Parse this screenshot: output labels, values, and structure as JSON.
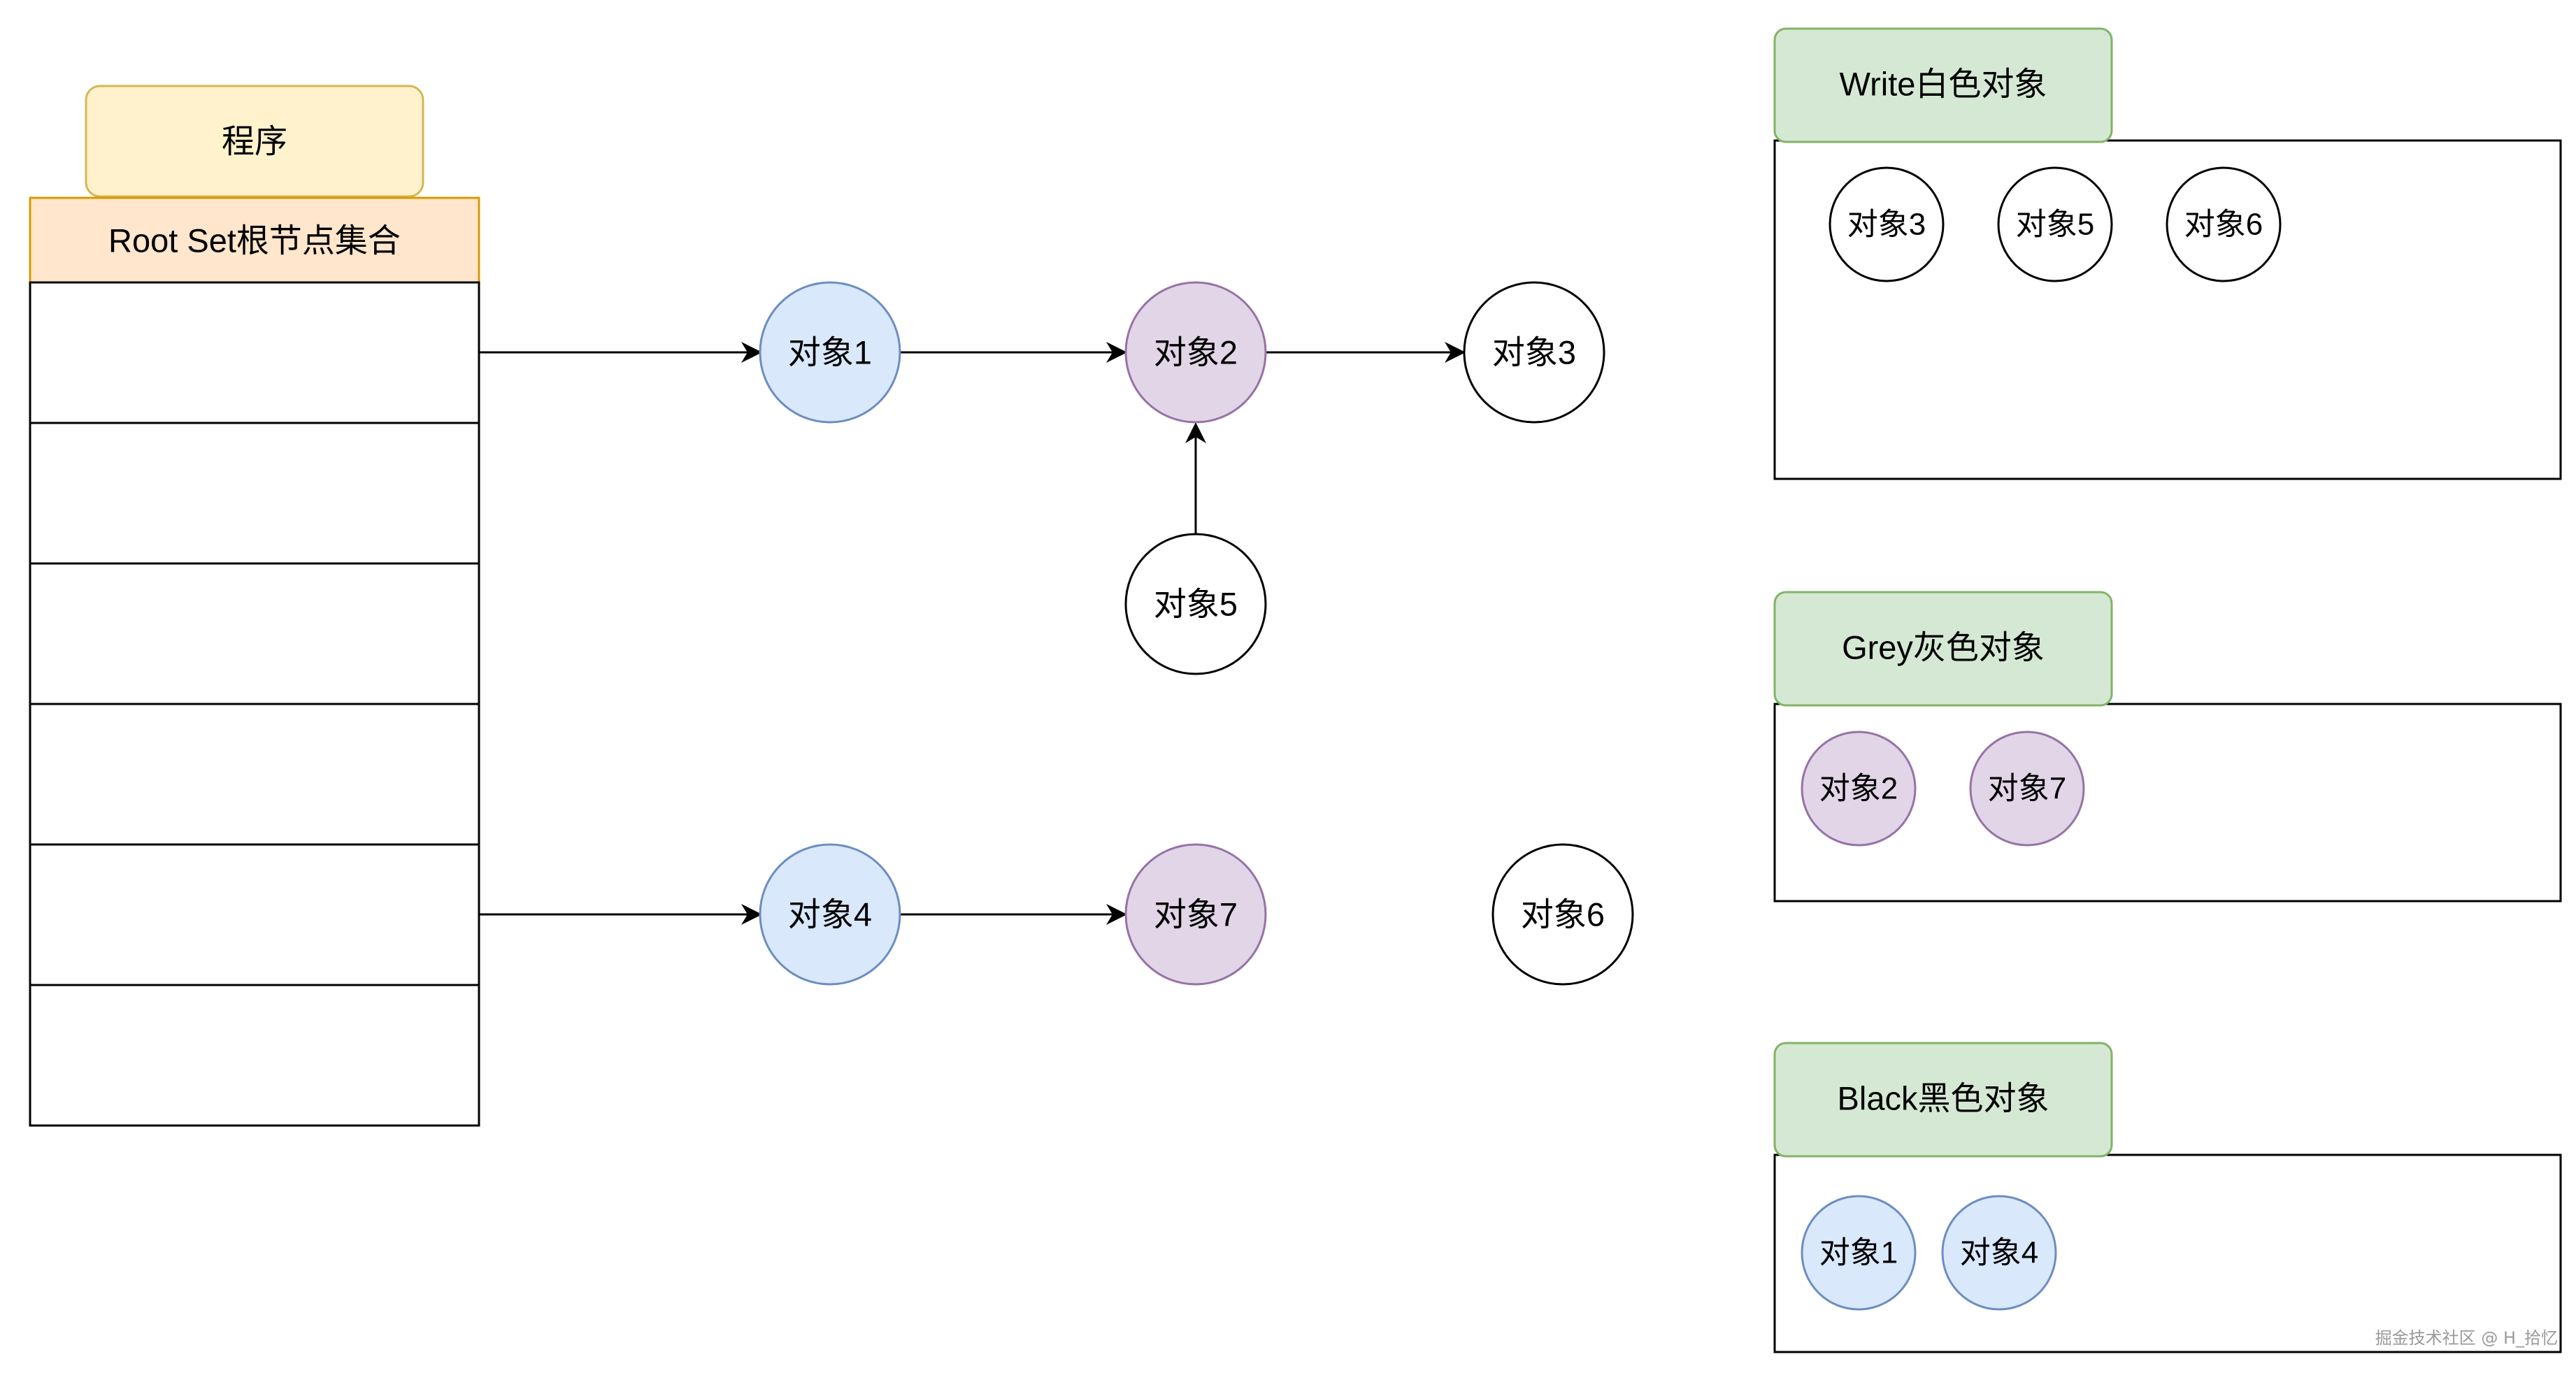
{
  "colors": {
    "white_node": "#ffffff",
    "grey_node": "#e1d5e7",
    "grey_stroke": "#9673a6",
    "black_node": "#dae8fc",
    "black_stroke": "#6c8ebf",
    "program_fill": "#fff2cc",
    "program_stroke": "#d6b656",
    "rootset_fill": "#ffe6cc",
    "rootset_stroke": "#d79b00",
    "legend_header_fill": "#d5e8d4",
    "legend_header_stroke": "#82b366",
    "line": "#000000"
  },
  "program_label": "程序",
  "root_set_label": "Root Set根节点集合",
  "nodes": {
    "obj1": {
      "label": "对象1",
      "color": "black"
    },
    "obj2": {
      "label": "对象2",
      "color": "grey"
    },
    "obj3": {
      "label": "对象3",
      "color": "white"
    },
    "obj4": {
      "label": "对象4",
      "color": "black"
    },
    "obj5": {
      "label": "对象5",
      "color": "white"
    },
    "obj6": {
      "label": "对象6",
      "color": "white"
    },
    "obj7": {
      "label": "对象7",
      "color": "grey"
    }
  },
  "edges": [
    {
      "from": "rootset-slot-1",
      "to": "obj1"
    },
    {
      "from": "obj1",
      "to": "obj2"
    },
    {
      "from": "obj2",
      "to": "obj3"
    },
    {
      "from": "obj5",
      "to": "obj2"
    },
    {
      "from": "rootset-slot-5",
      "to": "obj4"
    },
    {
      "from": "obj4",
      "to": "obj7"
    }
  ],
  "legend": {
    "white": {
      "title": "Write白色对象",
      "items": [
        "对象3",
        "对象5",
        "对象6"
      ]
    },
    "grey": {
      "title": "Grey灰色对象",
      "items": [
        "对象2",
        "对象7"
      ]
    },
    "black": {
      "title": "Black黑色对象",
      "items": [
        "对象1",
        "对象4"
      ]
    }
  },
  "watermark": "掘金技术社区 @ H_拾忆"
}
